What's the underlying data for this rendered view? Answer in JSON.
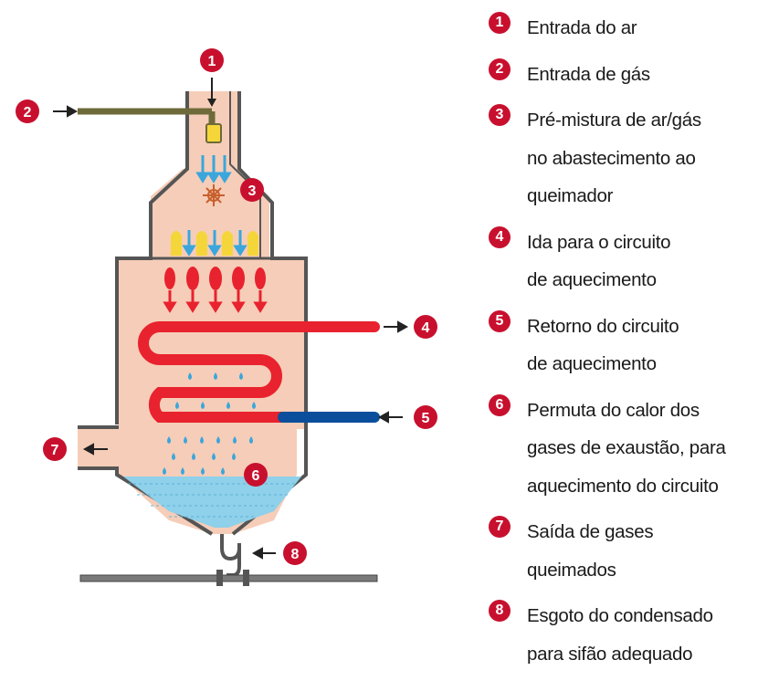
{
  "diagram": {
    "callouts": [
      "1",
      "2",
      "3",
      "4",
      "5",
      "6",
      "7",
      "8"
    ]
  },
  "legend": [
    {
      "number": "1",
      "lines": [
        "Entrada do ar"
      ]
    },
    {
      "number": "2",
      "lines": [
        "Entrada de gás"
      ]
    },
    {
      "number": "3",
      "lines": [
        "Pré-mistura de ar/gás",
        "no abastecimento ao",
        "queimador"
      ]
    },
    {
      "number": "4",
      "lines": [
        "Ida para o circuito",
        "de aquecimento"
      ]
    },
    {
      "number": "5",
      "lines": [
        "Retorno do circuito",
        "de aquecimento"
      ]
    },
    {
      "number": "6",
      "lines": [
        "Permuta do calor dos",
        "gases de exaustão, para",
        "aquecimento do circuito"
      ]
    },
    {
      "number": "7",
      "lines": [
        "Saída de gases",
        "queimados"
      ]
    },
    {
      "number": "8",
      "lines": [
        "Esgoto do condensado",
        "para sifão adequado"
      ]
    }
  ],
  "colors": {
    "badge": "#c8102e",
    "body_fill": "#f6cdb8",
    "outline": "#555555",
    "pipe_red": "#e8222e",
    "pipe_blue": "#0b4f9c",
    "water": "#8fd0ea",
    "gas_pipe": "#6e6a3a",
    "flame_yellow": "#f5d63a",
    "droplet_blue": "#3aa6dc"
  }
}
